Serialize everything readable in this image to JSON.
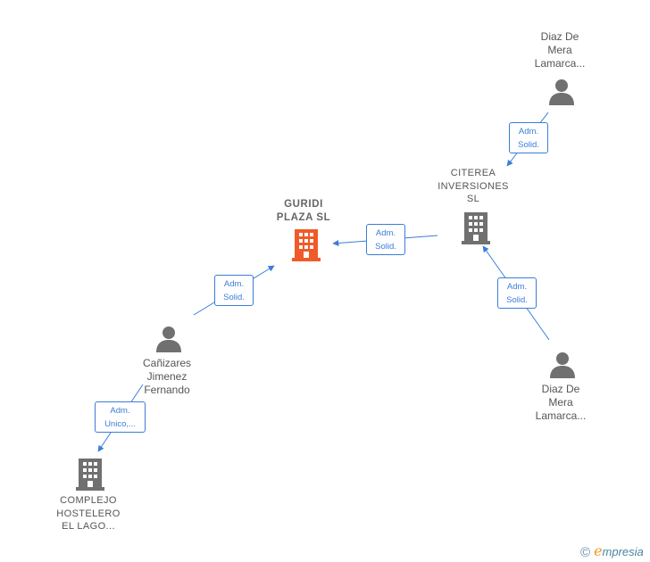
{
  "nodes": {
    "guridi": {
      "label": "GURIDI\nPLAZA  SL",
      "icon": "building-icon",
      "color": "#f05a28"
    },
    "citerea": {
      "label": "CITEREA\nINVERSIONES\nSL",
      "icon": "building-icon",
      "color": "#707070"
    },
    "complejo": {
      "label": "COMPLEJO\nHOSTELERO\nEL LAGO...",
      "icon": "building-icon",
      "color": "#707070"
    },
    "canizares": {
      "label": "Cañizares\nJimenez\nFernando",
      "icon": "person-icon",
      "color": "#707070"
    },
    "diaz_top": {
      "label": "Diaz De\nMera\nLamarca...",
      "icon": "person-icon",
      "color": "#707070"
    },
    "diaz_bottom": {
      "label": "Diaz De\nMera\nLamarca...",
      "icon": "person-icon",
      "color": "#707070"
    }
  },
  "relations": {
    "diaz_top_to_citerea": "Adm.\nSolid.",
    "citerea_to_guridi": "Adm.\nSolid.",
    "canizares_to_guridi": "Adm.\nSolid.",
    "diaz_bottom_to_citerea": "Adm.\nSolid.",
    "canizares_to_complejo": "Adm.\nUnico,..."
  },
  "edge_color": "#3b7dd8",
  "brand": {
    "copyright": "©",
    "initial": "e",
    "name": "mpresia"
  }
}
